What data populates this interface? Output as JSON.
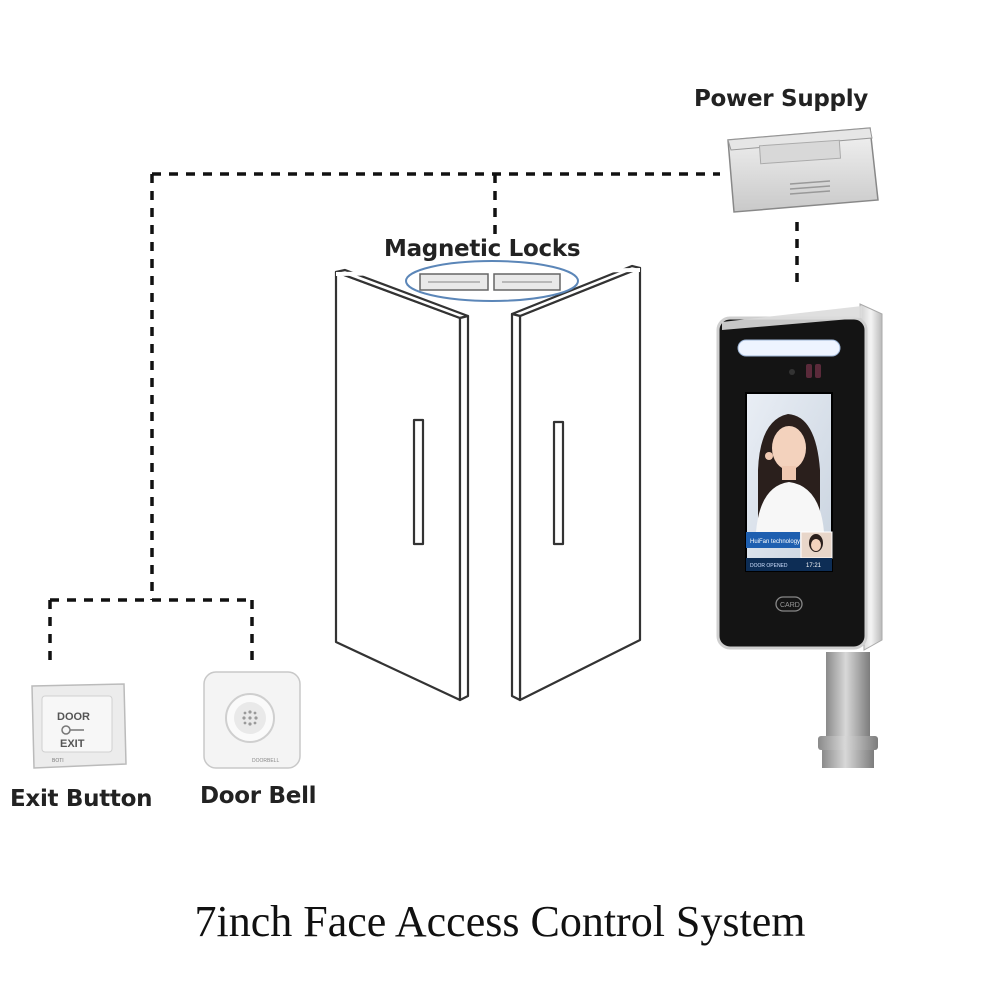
{
  "labels": {
    "power_supply": "Power Supply",
    "magnetic_locks": "Magnetic Locks",
    "exit_button": "Exit Button",
    "door_bell": "Door Bell"
  },
  "title": "7inch Face Access Control System",
  "device": {
    "screen_banner": "HuiFan technology",
    "card_label": "CARD",
    "screen_time": "17:21",
    "screen_status": "DOOR OPENED"
  },
  "exit_button_panel": {
    "top_text": "DOOR",
    "bottom_text": "EXIT",
    "brand": "BOTI"
  },
  "door_bell_panel": {
    "brand": "DOORBELL"
  },
  "colors": {
    "wire": "#111111",
    "lock_ellipse": "#5b86b8",
    "device_glass": "#141414",
    "screen_banner": "#1e5fb0"
  }
}
